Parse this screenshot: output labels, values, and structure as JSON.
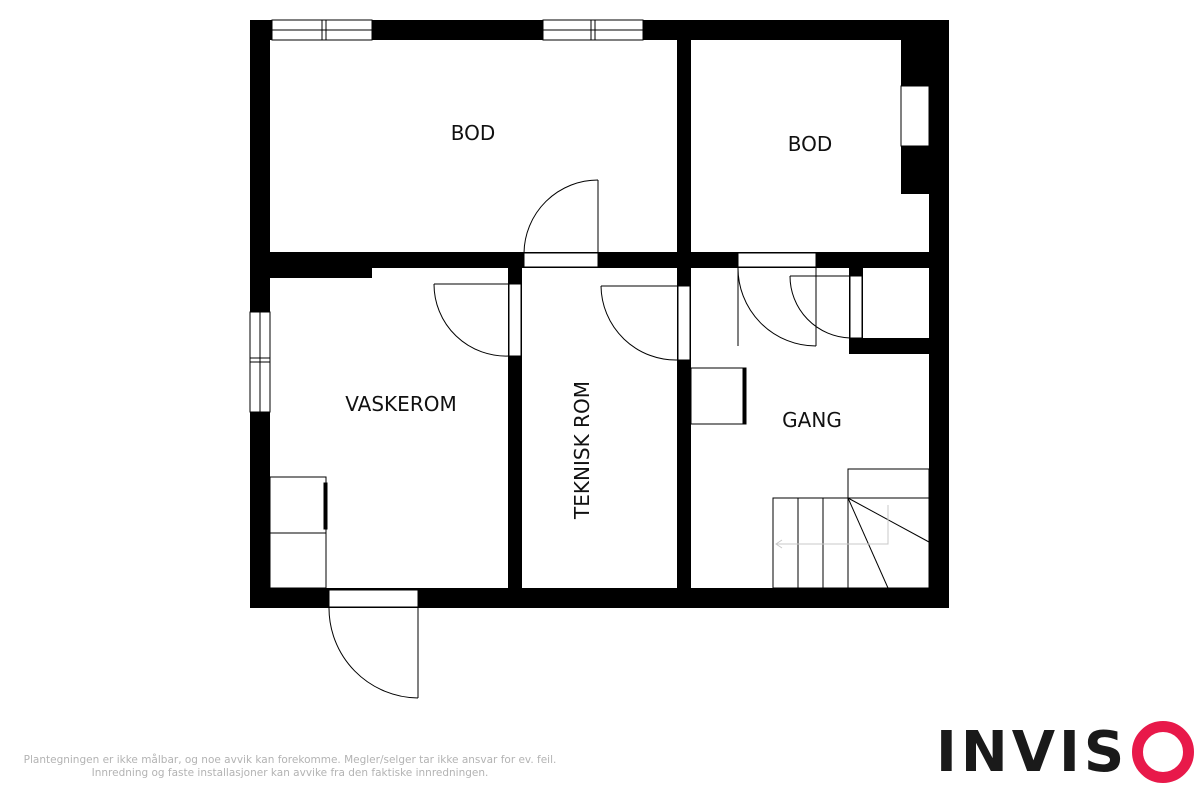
{
  "floorplan": {
    "rooms": [
      {
        "id": "bod-1",
        "label": "BOD"
      },
      {
        "id": "bod-2",
        "label": "BOD"
      },
      {
        "id": "vaskerom",
        "label": "VASKEROM"
      },
      {
        "id": "teknisk-rom",
        "label": "TEKNISK ROM"
      },
      {
        "id": "gang",
        "label": "GANG"
      }
    ]
  },
  "disclaimer": {
    "line1": "Plantegningen er ikke målbar, og noe avvik kan forekomme. Megler/selger tar ikke ansvar for ev. feil.",
    "line2": "Innredning og faste installasjoner kan avvike fra den faktiske innredningen."
  },
  "logo": {
    "text": "INVIS",
    "accent_color": "#e8194a",
    "text_color": "#1a1a1a"
  }
}
